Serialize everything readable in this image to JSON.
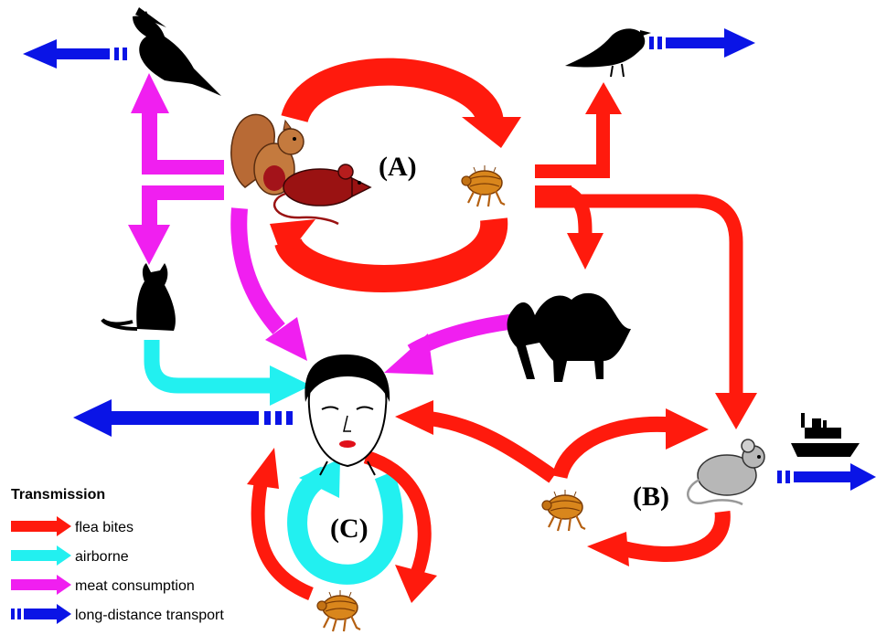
{
  "cycles": {
    "a": "(A)",
    "b": "(B)",
    "c": "(C)"
  },
  "legend": {
    "title": "Transmission",
    "items": [
      {
        "label": "flea bites",
        "color": "#ff1a0d"
      },
      {
        "label": "airborne",
        "color": "#22f0f0"
      },
      {
        "label": "meat consumption",
        "color": "#f01ff0"
      },
      {
        "label": "long-distance transport",
        "color": "#0a14e6"
      }
    ]
  },
  "icons": [
    "crow-icon",
    "sparrow-icon",
    "squirrel-icon",
    "rat-icon",
    "flea-icon",
    "cat-icon",
    "camel-icon",
    "human-face-icon",
    "mouse-icon",
    "ship-icon"
  ]
}
